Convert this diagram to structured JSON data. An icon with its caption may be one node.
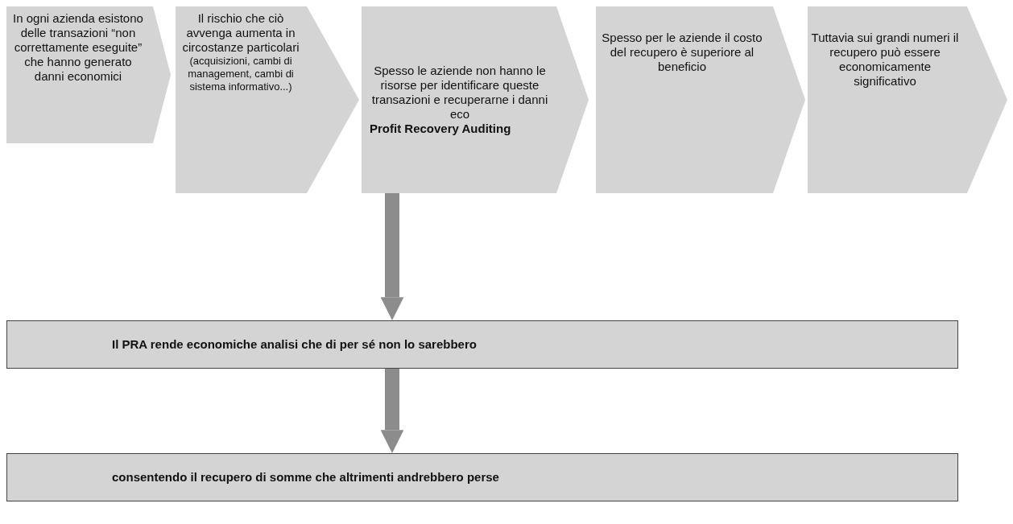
{
  "diagram": {
    "nodes": [
      {
        "text": [
          "In ogni azienda esistono delle transazioni “non correttamente eseguite” che hanno generato danni economici"
        ]
      },
      {
        "text": [
          "Il rischio che ciò avvenga aumenta in circostanze particolari",
          "(acquisizioni, cambi di management, cambi di sistema informativo...)"
        ]
      },
      {
        "text": [
          "Spesso le aziende non hanno le risorse per identificare queste transazioni e recuperarne i danni eco",
          "Profit Recovery Auditing"
        ]
      },
      {
        "text": [
          "Spesso per le aziende il costo del recupero è superiore al beneficio"
        ]
      },
      {
        "text": [
          "Tuttavia sui grandi numeri il recupero può essere economicamente significativo"
        ]
      },
      {
        "text": [
          "Il PRA rende economiche analisi che di per sé non lo sarebbero"
        ]
      },
      {
        "text": [
          "consentendo il recupero di somme che altrimenti andrebbero perse"
        ]
      }
    ],
    "edges": [
      {
        "from": 2,
        "to": 5,
        "arrow": "to"
      },
      {
        "from": 5,
        "to": 6,
        "arrow": "to"
      }
    ]
  }
}
